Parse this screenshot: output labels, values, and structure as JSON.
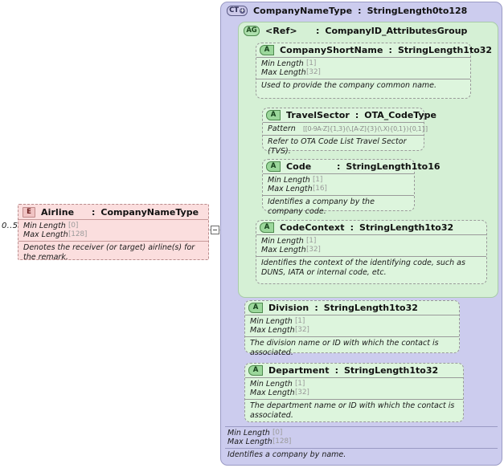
{
  "diagram": {
    "kind": "xsd-schema-diagram",
    "colors": {
      "complex_type_fill": "#ccccee",
      "complex_type_border": "#9a9ac4",
      "attribute_group_fill": "#d5f0d5",
      "attribute_group_border": "#a8cba8",
      "attribute_fill": "#ddf5dd",
      "attribute_border": "#9a9a9a",
      "element_fill": "#fbdede",
      "element_border": "#b98c8c",
      "facet_value": "#9b9b9b"
    },
    "facet_labels": {
      "min_length": "Min Length",
      "max_length": "Max Length",
      "pattern": "Pattern"
    },
    "separator": ":"
  },
  "element": {
    "icon": "element-icon",
    "icon_label": "E",
    "name": "Airline",
    "separator": ":",
    "type": "CompanyNameType",
    "occurrence": "0..5",
    "min_length_label": "Min Length",
    "min_length_value": "[0]",
    "max_length_label": "Max Length",
    "max_length_value": "[128]",
    "annotation": "Denotes the receiver (or target) airline(s) for the remark.",
    "toggle": "collapse-toggle",
    "toggle_glyph": "−"
  },
  "complex_type": {
    "icon": "complex-type-icon",
    "icon_label": "CT",
    "icon_plus": "+",
    "name": "CompanyNameType",
    "separator": ":",
    "type": "StringLength0to128",
    "min_length_label": "Min Length",
    "min_length_value": "[0]",
    "max_length_label": "Max Length",
    "max_length_value": "[128]",
    "annotation": "Identifies a company by name."
  },
  "attribute_group": {
    "icon": "attribute-group-icon",
    "icon_label": "AG",
    "name": "<Ref>",
    "separator": ":",
    "type": "CompanyID_AttributesGroup"
  },
  "attributes": [
    {
      "id": "company-short-name",
      "icon": "attribute-icon",
      "icon_label": "A",
      "name": "CompanyShortName",
      "separator": ":",
      "type": "StringLength1to32",
      "facets": [
        {
          "key": "Min Length",
          "value": "[1]"
        },
        {
          "key": "Max Length",
          "value": "[32]"
        }
      ],
      "annotation": "Used to provide the company common name."
    },
    {
      "id": "travel-sector",
      "icon": "attribute-icon",
      "icon_label": "A",
      "name": "TravelSector",
      "separator": ":",
      "type": "OTA_CodeType",
      "facets": [
        {
          "key": "Pattern",
          "value": "[[0-9A-Z]{1,3}(\\.[A-Z]{3}(\\.X){0,1}){0,1}]"
        }
      ],
      "annotation": "Refer to OTA Code List Travel Sector (TVS)."
    },
    {
      "id": "code",
      "icon": "attribute-icon",
      "icon_label": "A",
      "name": "Code",
      "separator": ":",
      "type": "StringLength1to16",
      "facets": [
        {
          "key": "Min Length",
          "value": "[1]"
        },
        {
          "key": "Max Length",
          "value": "[16]"
        }
      ],
      "annotation": "Identifies a company by the company code."
    },
    {
      "id": "code-context",
      "icon": "attribute-icon",
      "icon_label": "A",
      "name": "CodeContext",
      "separator": ":",
      "type": "StringLength1to32",
      "facets": [
        {
          "key": "Min Length",
          "value": "[1]"
        },
        {
          "key": "Max Length",
          "value": "[32]"
        }
      ],
      "annotation": "Identifies the context of the identifying code, such as DUNS, IATA or internal code, etc."
    },
    {
      "id": "division",
      "icon": "attribute-icon",
      "icon_label": "A",
      "name": "Division",
      "separator": ":",
      "type": "StringLength1to32",
      "facets": [
        {
          "key": "Min Length",
          "value": "[1]"
        },
        {
          "key": "Max Length",
          "value": "[32]"
        }
      ],
      "annotation": "The division name or ID with which the contact is associated."
    },
    {
      "id": "department",
      "icon": "attribute-icon",
      "icon_label": "A",
      "name": "Department",
      "separator": ":",
      "type": "StringLength1to32",
      "facets": [
        {
          "key": "Min Length",
          "value": "[1]"
        },
        {
          "key": "Max Length",
          "value": "[32]"
        }
      ],
      "annotation": "The department name or ID with which the contact is associated."
    }
  ]
}
